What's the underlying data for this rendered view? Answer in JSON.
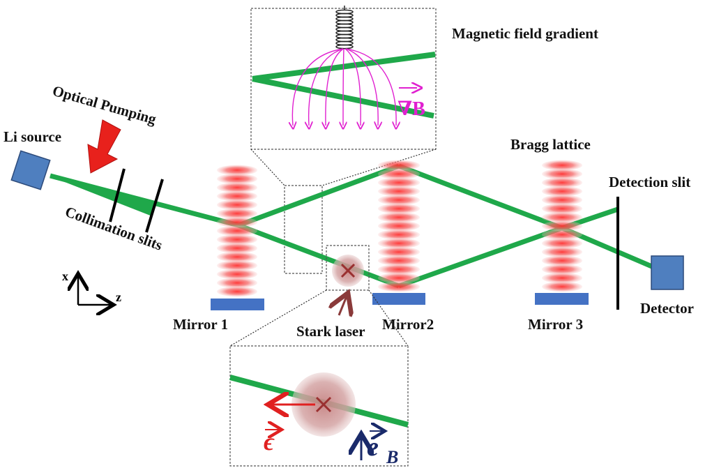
{
  "labels": {
    "li_source": "Li source",
    "optical_pumping": "Optical Pumping",
    "collimation_slits": "Collimation slits",
    "mirror1": "Mirror 1",
    "mirror2": "Mirror2",
    "mirror3": "Mirror 3",
    "bragg_lattice": "Bragg lattice",
    "detection_slit": "Detection slit",
    "detector": "Detector",
    "stark_laser": "Stark laser",
    "magnetic_field_gradient": "Magnetic field gradient",
    "grad_b": "∇B",
    "axis_x": "x",
    "axis_z": "z",
    "epsilon": "ϵ",
    "e_b_base": "e",
    "e_b_sub": "B"
  },
  "colors": {
    "beam": "#1fa84a",
    "source_box": "#4f7fbf",
    "mirror": "#4472c4",
    "pump_arrow": "#e8211c",
    "field_lines": "#e020d0",
    "laser_spot": "#c98f8f",
    "cross": "#9a3030",
    "epsilon_arrow": "#e02020",
    "eb_arrow": "#1a2a6a"
  },
  "icons": [
    "li-source-block",
    "detector-block",
    "spring-coil-icon",
    "cross-icon"
  ]
}
